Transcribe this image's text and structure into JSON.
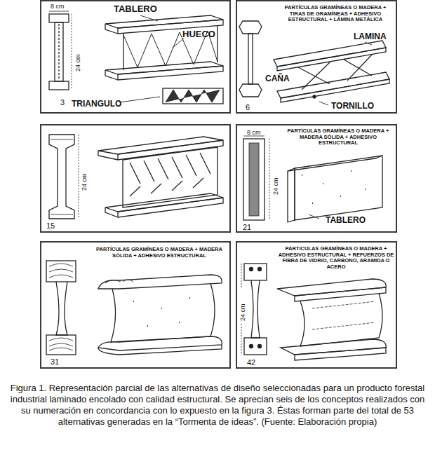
{
  "diagram": {
    "caption": "Figura 1. Representación parcial de las alternativas de diseño seleccionadas para un producto forestal industrial laminado encolado con calidad estructural. Se aprecian seis de los conceptos realizados con su numeración en concordancia con lo expuesto en la figura 3. Éstas forman parte del total de 53 alternativas generadas en la “Tormenta de ideas”. (Fuente: Elaboración propia)",
    "nodes": [
      {
        "text": [
          "8 cm",
          "24 cm",
          "TABLERO",
          "HUECO",
          "TRIANGULO",
          "3"
        ]
      },
      {
        "text": [
          "PARTÍCULAS GRAMÍNEAS O MADERA + TIRAS DE GRAMÍNEAS + ADHESIVO ESTRUCTURAL + LÁMINA METÁLICA",
          "LAMINA",
          "CAÑA",
          "TORNILLO",
          "6"
        ]
      },
      {
        "text": [
          "24 cm",
          "15"
        ]
      },
      {
        "text": [
          "PARTÍCULAS GRAMÍNEAS O MADERA + MADERA SÓLIDA + ADHESIVO ESTRUCTURAL",
          "8 cm",
          "24 cm",
          "TABLERO",
          "21"
        ]
      },
      {
        "text": [
          "PARTÍCULAS GRAMÍNEAS O MADERA + MADERA SÓLIDA + ADHESIVO ESTRUCTURAL",
          "31"
        ]
      },
      {
        "text": [
          "PARTICULAS GRAMÍNEAS O MADERA + ADHESIVO ESTRUCTURAL + REFUERZOS DE FIBRA DE VIDRIO, CARBONO, ARAMIDA O ACERO",
          "24 cm",
          "42"
        ]
      }
    ]
  }
}
